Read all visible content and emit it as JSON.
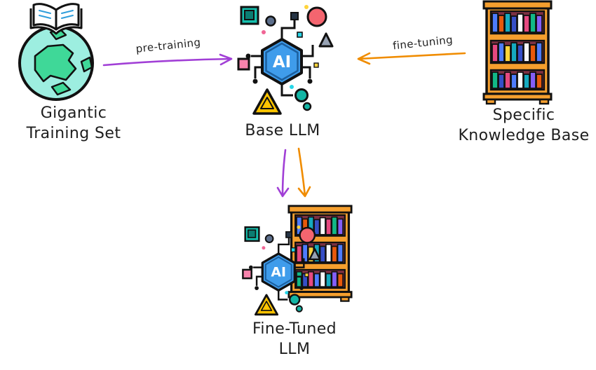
{
  "nodes": {
    "training_set": {
      "label_line1": "Gigantic",
      "label_line2": "Training Set",
      "icon": "globe-book-icon"
    },
    "base_llm": {
      "label": "Base LLM",
      "icon": "ai-chip-icon",
      "chip_text": "AI"
    },
    "knowledge_base": {
      "label_line1": "Specific",
      "label_line2": "Knowledge Base",
      "icon": "bookshelf-icon"
    },
    "fine_tuned_llm": {
      "label_line1": "Fine-Tuned",
      "label_line2": "LLM",
      "icon": "ai-chip-bookshelf-icon"
    }
  },
  "edges": {
    "pre_training": {
      "label": "pre-training",
      "color": "#a13fd6"
    },
    "fine_tuning": {
      "label": "fine-tuning",
      "color": "#f08c00"
    },
    "down_left": {
      "color": "#a13fd6"
    },
    "down_right": {
      "color": "#f08c00"
    }
  },
  "colors": {
    "background": "#ffffff",
    "text": "#1e1e1e",
    "ai_hexagon": "#3f9ceb",
    "bookshelf_frame": "#f59f2e",
    "globe_water": "#9deee0",
    "globe_land": "#3fd898"
  }
}
